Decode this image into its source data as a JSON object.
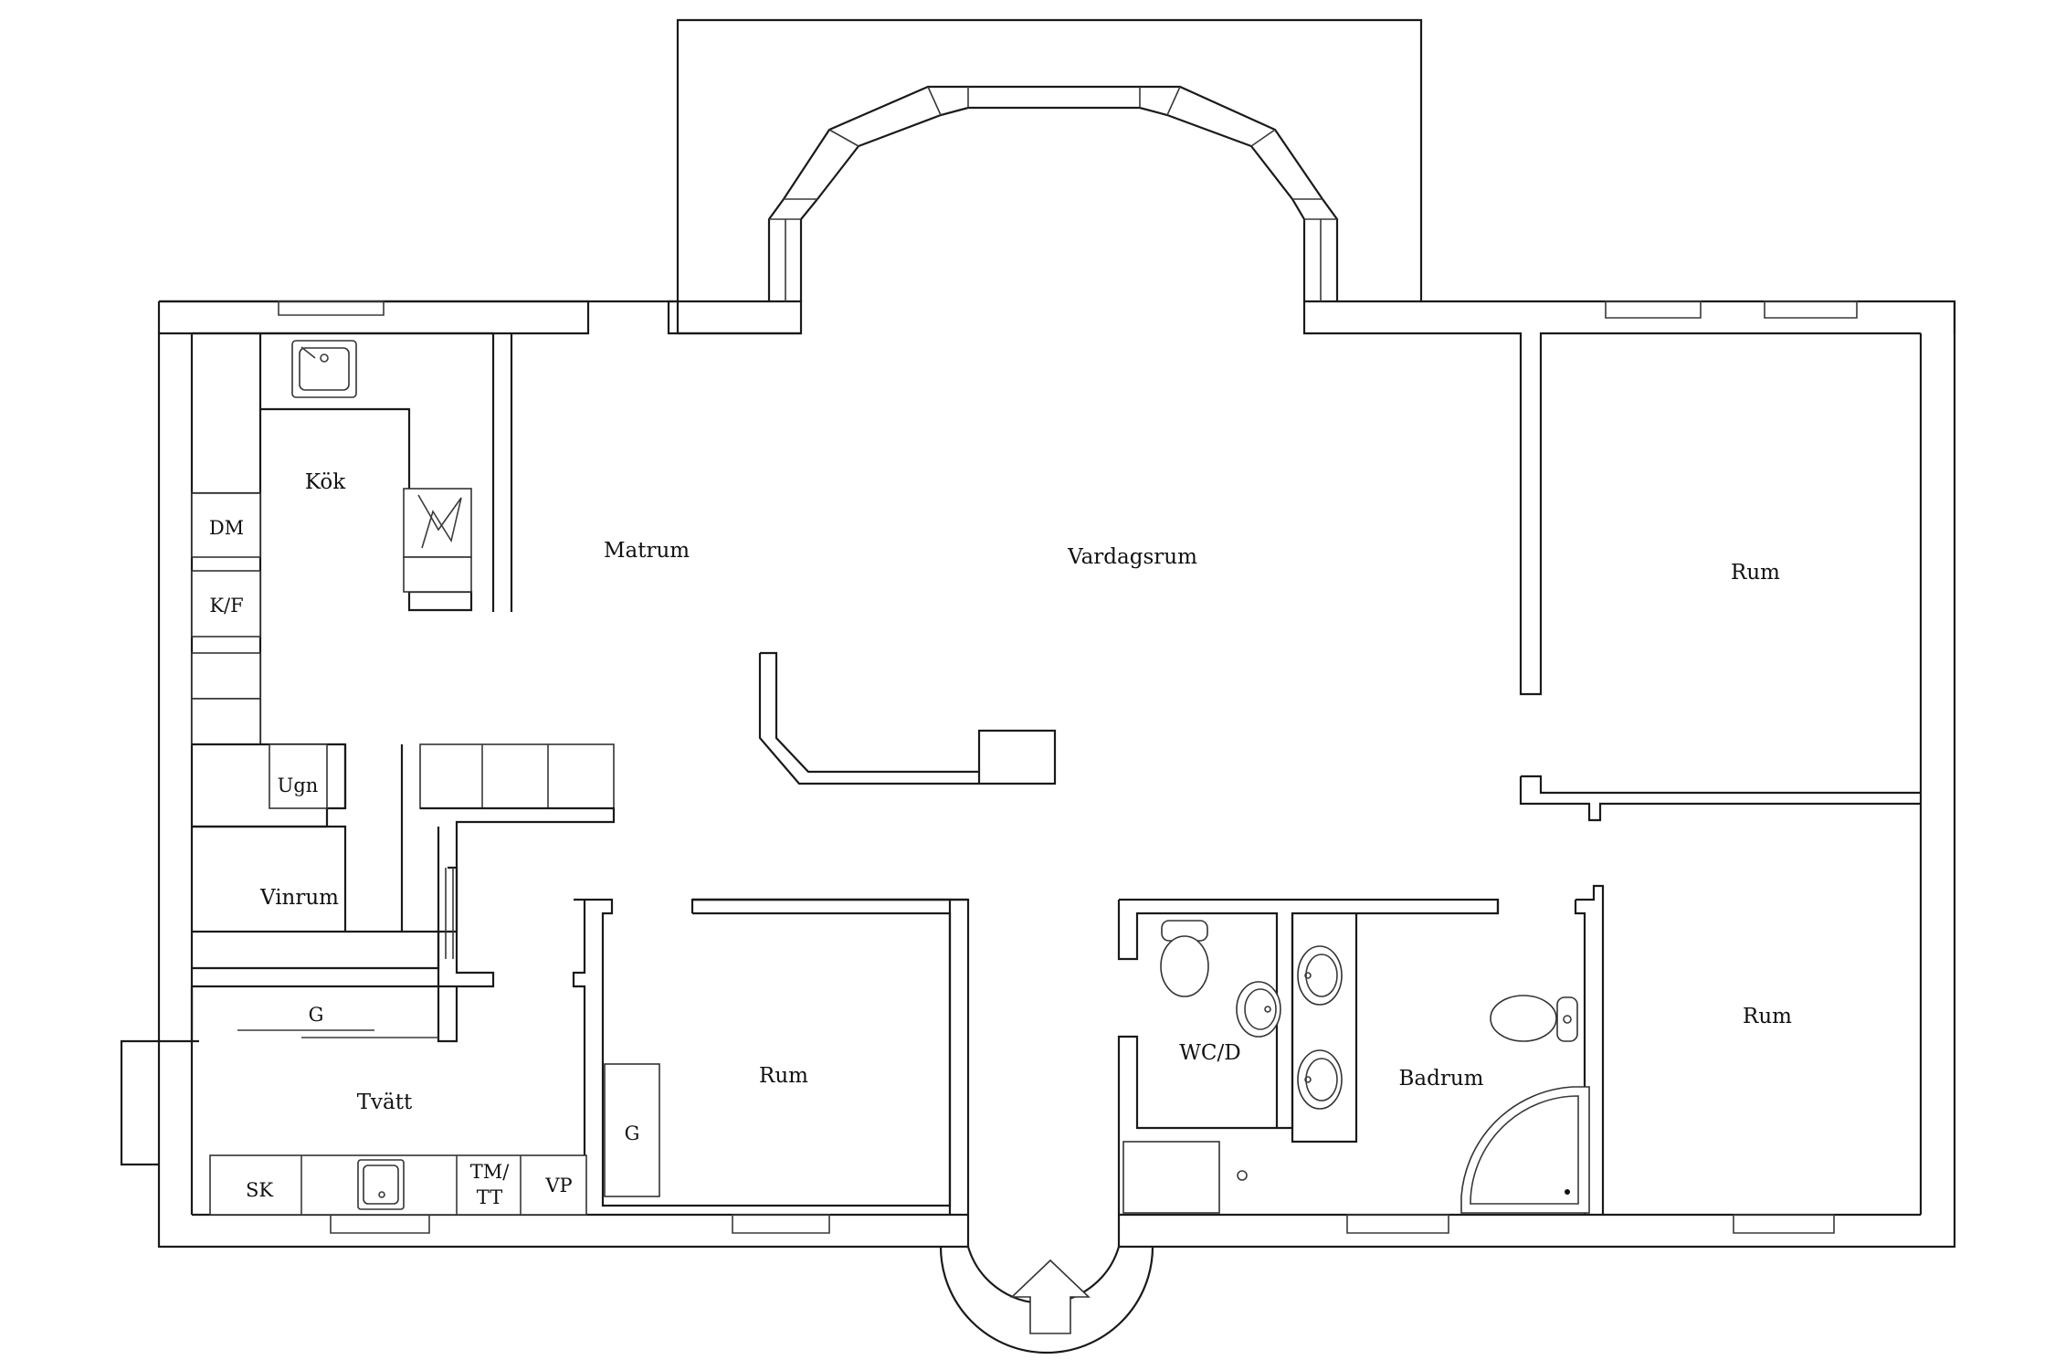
{
  "rooms": {
    "kok": "Kök",
    "matrum": "Matrum",
    "vardagsrum": "Vardagsrum",
    "rum_ne": "Rum",
    "rum_se": "Rum",
    "rum_s": "Rum",
    "vinrum": "Vinrum",
    "tvatt": "Tvätt",
    "wcd": "WC/D",
    "badrum": "Badrum"
  },
  "fixtures": {
    "dm": "DM",
    "kf": "K/F",
    "ugn": "Ugn",
    "g_hall": "G",
    "g_rum": "G",
    "sk": "SK",
    "tm": "TM/",
    "tt": "TT",
    "vp": "VP"
  },
  "colors": {
    "line": "#1a1a1a",
    "background": "#ffffff"
  }
}
